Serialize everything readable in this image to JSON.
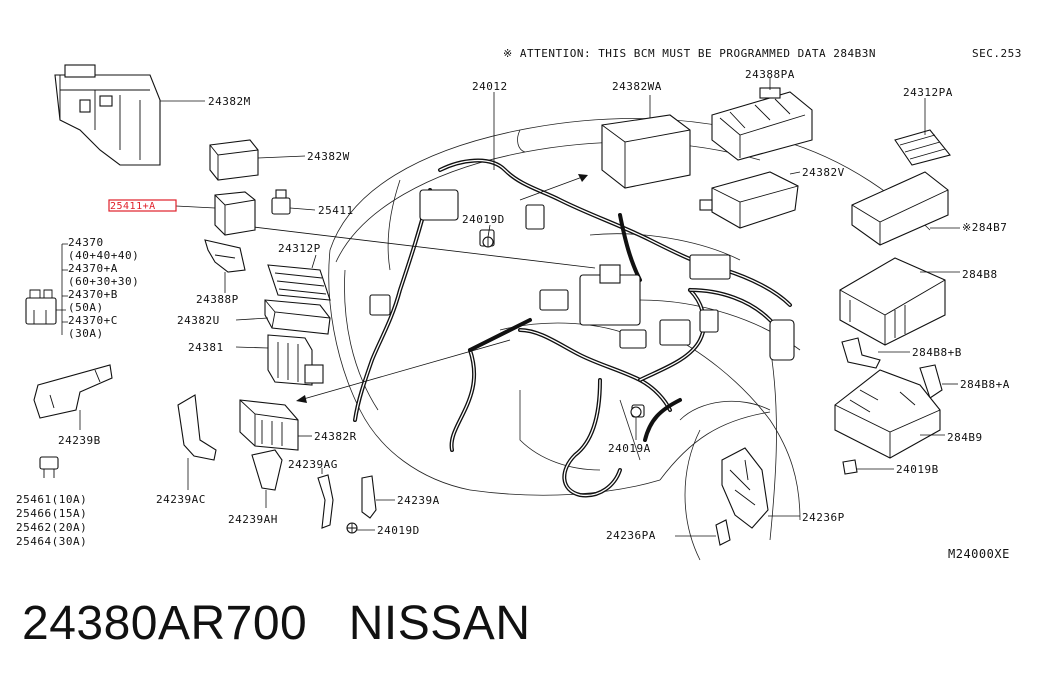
{
  "attention_note": "※ ATTENTION: THIS BCM MUST BE PROGRAMMED DATA 284B3N",
  "section_ref": "SEC.253",
  "diagram_code": "M24000XE",
  "caption": {
    "part_number": "24380AR700",
    "brand": "NISSAN"
  },
  "highlighted_part": "25411+A",
  "labels": {
    "p24382M": "24382M",
    "p24382W": "24382W",
    "p25411A": "25411+A",
    "p25411": "25411",
    "p24012": "24012",
    "p24382WA": "24382WA",
    "p24388PA": "24388PA",
    "p24312PA": "24312PA",
    "p24382V": "24382V",
    "p284B7": "※284B7",
    "p284B8": "284B8",
    "p284B8B": "284B8+B",
    "p284B8A": "284B8+A",
    "p284B9": "284B9",
    "p24019B": "24019B",
    "p24019D_top": "24019D",
    "p24312P": "24312P",
    "p24388P": "24388P",
    "p24382U": "24382U",
    "p24381": "24381",
    "p24382R": "24382R",
    "p24239B": "24239B",
    "p24239AC": "24239AC",
    "p24239AH": "24239AH",
    "p24239AG": "24239AG",
    "p24239A": "24239A",
    "p24019D_bot": "24019D",
    "p24019A": "24019A",
    "p24236PA": "24236PA",
    "p24236P": "24236P"
  },
  "fusible_links": [
    "24370",
    "(40+40+40)",
    "24370+A",
    "(60+30+30)",
    "24370+B",
    "(50A)",
    "24370+C",
    "(30A)"
  ],
  "fuses": [
    "25461(10A)",
    "25466(15A)",
    "25462(20A)",
    "25464(30A)"
  ]
}
